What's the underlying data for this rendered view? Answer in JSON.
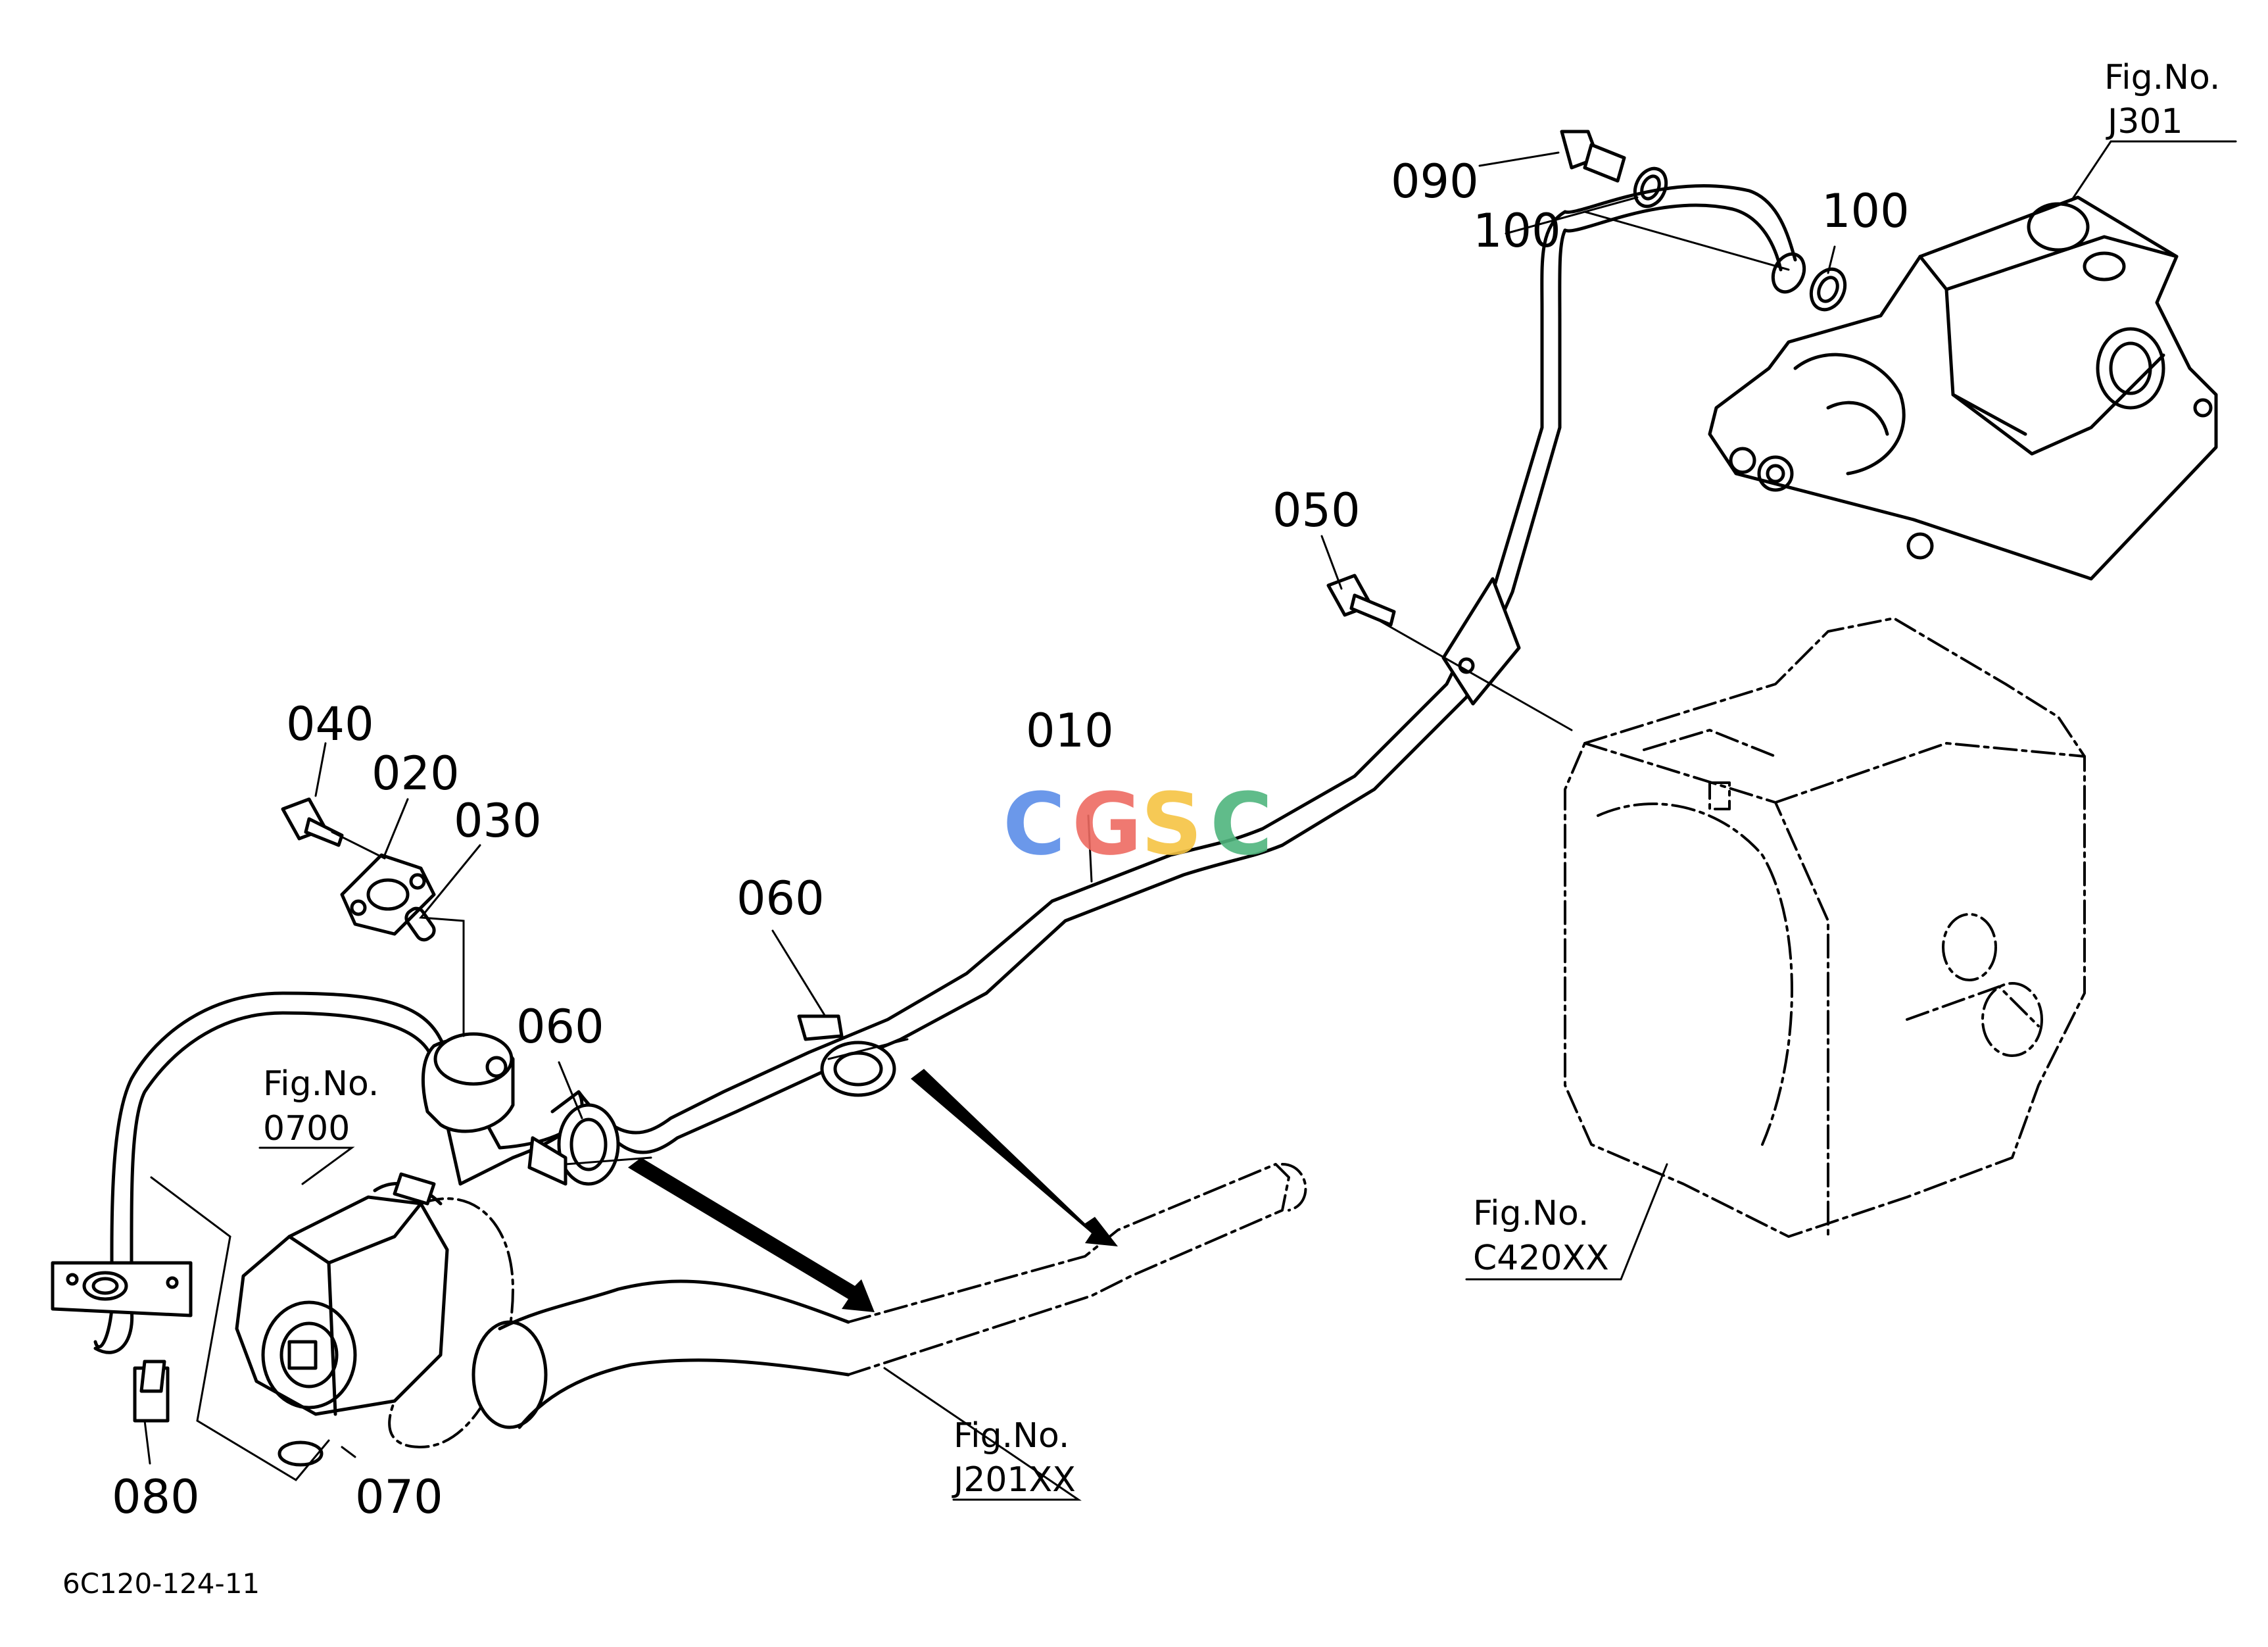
{
  "watermark": {
    "letters": [
      {
        "char": "C",
        "color": "#5b8de8"
      },
      {
        "char": "G",
        "color": "#ee6b62"
      },
      {
        "char": "S",
        "color": "#f6c443"
      },
      {
        "char": "C",
        "color": "#4fb57e"
      }
    ]
  },
  "part_numbers": {
    "p010": "010",
    "p020": "020",
    "p030": "030",
    "p040": "040",
    "p050": "050",
    "p060a": "060",
    "p060b": "060",
    "p070": "070",
    "p080": "080",
    "p090": "090",
    "p100a": "100",
    "p100b": "100"
  },
  "figure_refs": {
    "j301": {
      "line1": "Fig.No.",
      "line2": "J301"
    },
    "f0700": {
      "line1": "Fig.No.",
      "line2": "0700"
    },
    "c420xx": {
      "line1": "Fig.No.",
      "line2": "C420XX"
    },
    "j201xx": {
      "line1": "Fig.No.",
      "line2": "J201XX"
    }
  },
  "diagram_code": "6C120-124-11"
}
